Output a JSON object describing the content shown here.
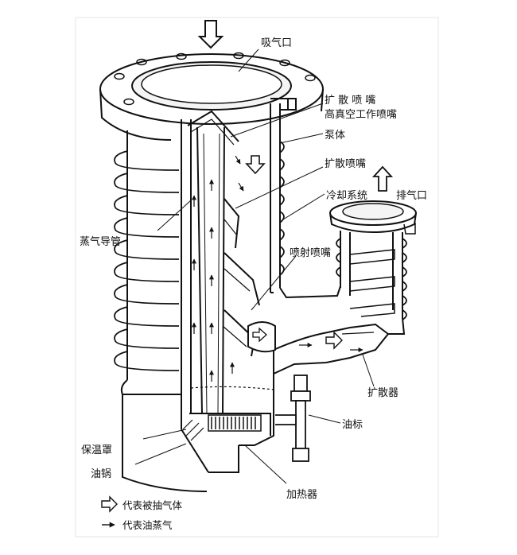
{
  "diagram": {
    "labels": {
      "inlet": "吸气口",
      "diffuser_nozzle": "扩 散 喷 嘴",
      "hv_nozzle": "高真空工作喷嘴",
      "pump_body": "泵体",
      "diffuser_nozzle_2": "扩散喷嘴",
      "cooling_system": "冷却系统",
      "exhaust": "排气口",
      "vapor_duct": "蒸气导管",
      "jet_nozzle": "喷射喷嘴",
      "diffuser": "扩散器",
      "oil_gauge": "油标",
      "insulation_cover": "保温罩",
      "oil_pot": "油锅",
      "heater": "加热器"
    },
    "legend": {
      "gas_text": "代表被抽气体",
      "vapor_text": "代表油蒸气"
    }
  }
}
